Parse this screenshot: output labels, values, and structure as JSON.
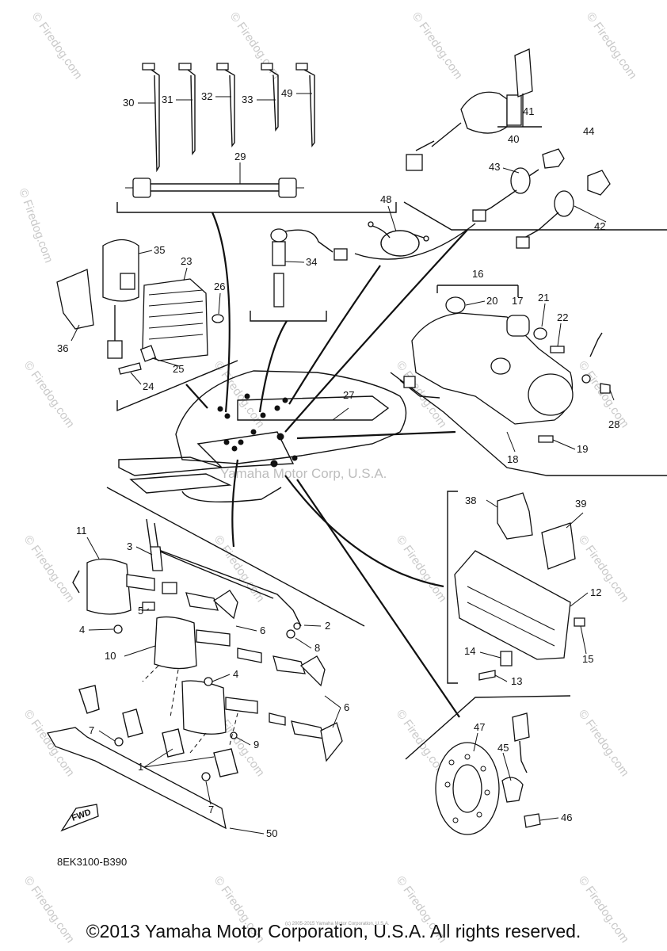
{
  "watermark": {
    "text": "© Firedog.com",
    "center_text": "Yamaha Motor Corp, U.S.A.",
    "fine_print": "(c) 2005-2015 Yamaha Motor Corporation, U.S.A."
  },
  "diagram_code": "8EK3100-B390",
  "fwd_label": "FWD",
  "copyright": "©2013 Yamaha Motor Corporation, U.S.A. All rights reserved.",
  "callouts": {
    "p30": "30",
    "p31": "31",
    "p32": "32",
    "p33": "33",
    "p49": "49",
    "p29": "29",
    "p41": "41",
    "p40": "40",
    "p44": "44",
    "p43": "43",
    "p42": "42",
    "p48": "48",
    "p35": "35",
    "p23": "23",
    "p34": "34",
    "p26": "26",
    "p36": "36",
    "p25": "25",
    "p24": "24",
    "p16": "16",
    "p20": "20",
    "p17": "17",
    "p21": "21",
    "p22": "22",
    "p27": "27",
    "p28": "28",
    "p18": "18",
    "p19": "19",
    "p38": "38",
    "p39": "39",
    "p12": "12",
    "p14": "14",
    "p15": "15",
    "p13": "13",
    "p11": "11",
    "p3": "3",
    "p5": "5",
    "p4a": "4",
    "p2": "2",
    "p6a": "6",
    "p8": "8",
    "p10": "10",
    "p4b": "4",
    "p6b": "6",
    "p7a": "7",
    "p9": "9",
    "p1": "1",
    "p7b": "7",
    "p47": "47",
    "p45": "45",
    "p46": "46",
    "p50": "50"
  }
}
